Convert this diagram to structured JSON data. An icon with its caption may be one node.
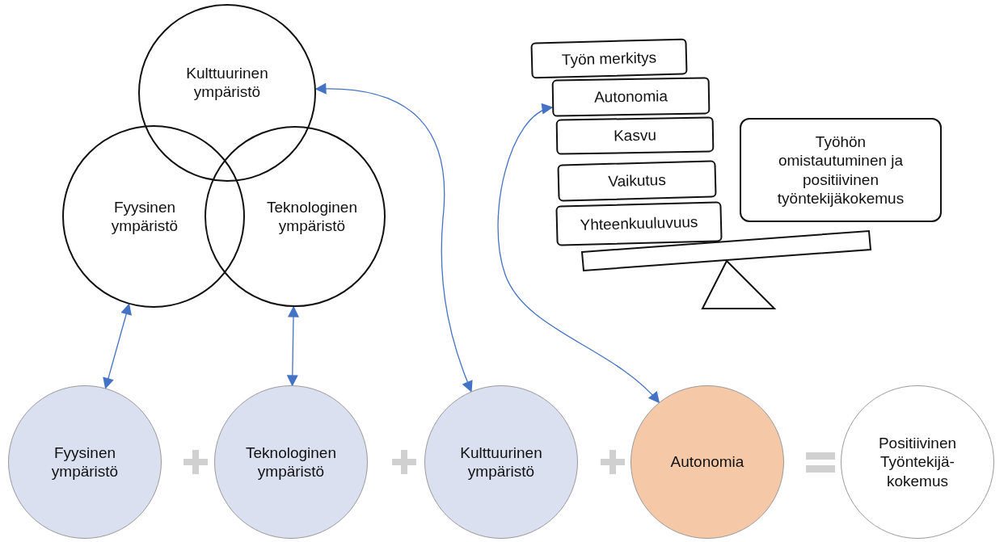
{
  "diagram": {
    "nodes": [
      {
        "text": [
          "Kulttuurinen ympäristö"
        ]
      },
      {
        "text": [
          "Fyysinen ympäristö"
        ]
      },
      {
        "text": [
          "Teknologinen ympäristö"
        ]
      },
      {
        "text": [
          "Työn merkitys"
        ]
      },
      {
        "text": [
          "Autonomia"
        ]
      },
      {
        "text": [
          "Kasvu"
        ]
      },
      {
        "text": [
          "Vaikutus"
        ]
      },
      {
        "text": [
          "Yhteenkuuluvuus"
        ]
      },
      {
        "text": [
          "Työhön omistautuminen ja positiivinen työntekijäkokemus"
        ]
      },
      {
        "text": [
          "Fyysinen ympäristö"
        ]
      },
      {
        "text": [
          "Teknologinen ympäristö"
        ]
      },
      {
        "text": [
          "Kulttuurinen ympäristö"
        ]
      },
      {
        "text": [
          "Autonomia"
        ]
      },
      {
        "text": [
          "Positiivinen Työntekijä- kokemus"
        ]
      }
    ],
    "edges": [
      {
        "from": 1,
        "to": 9,
        "arrow": "both"
      },
      {
        "from": 2,
        "to": 10,
        "arrow": "both"
      },
      {
        "from": 0,
        "to": 11,
        "arrow": "both"
      },
      {
        "from": 4,
        "to": 12,
        "arrow": "both"
      }
    ]
  }
}
